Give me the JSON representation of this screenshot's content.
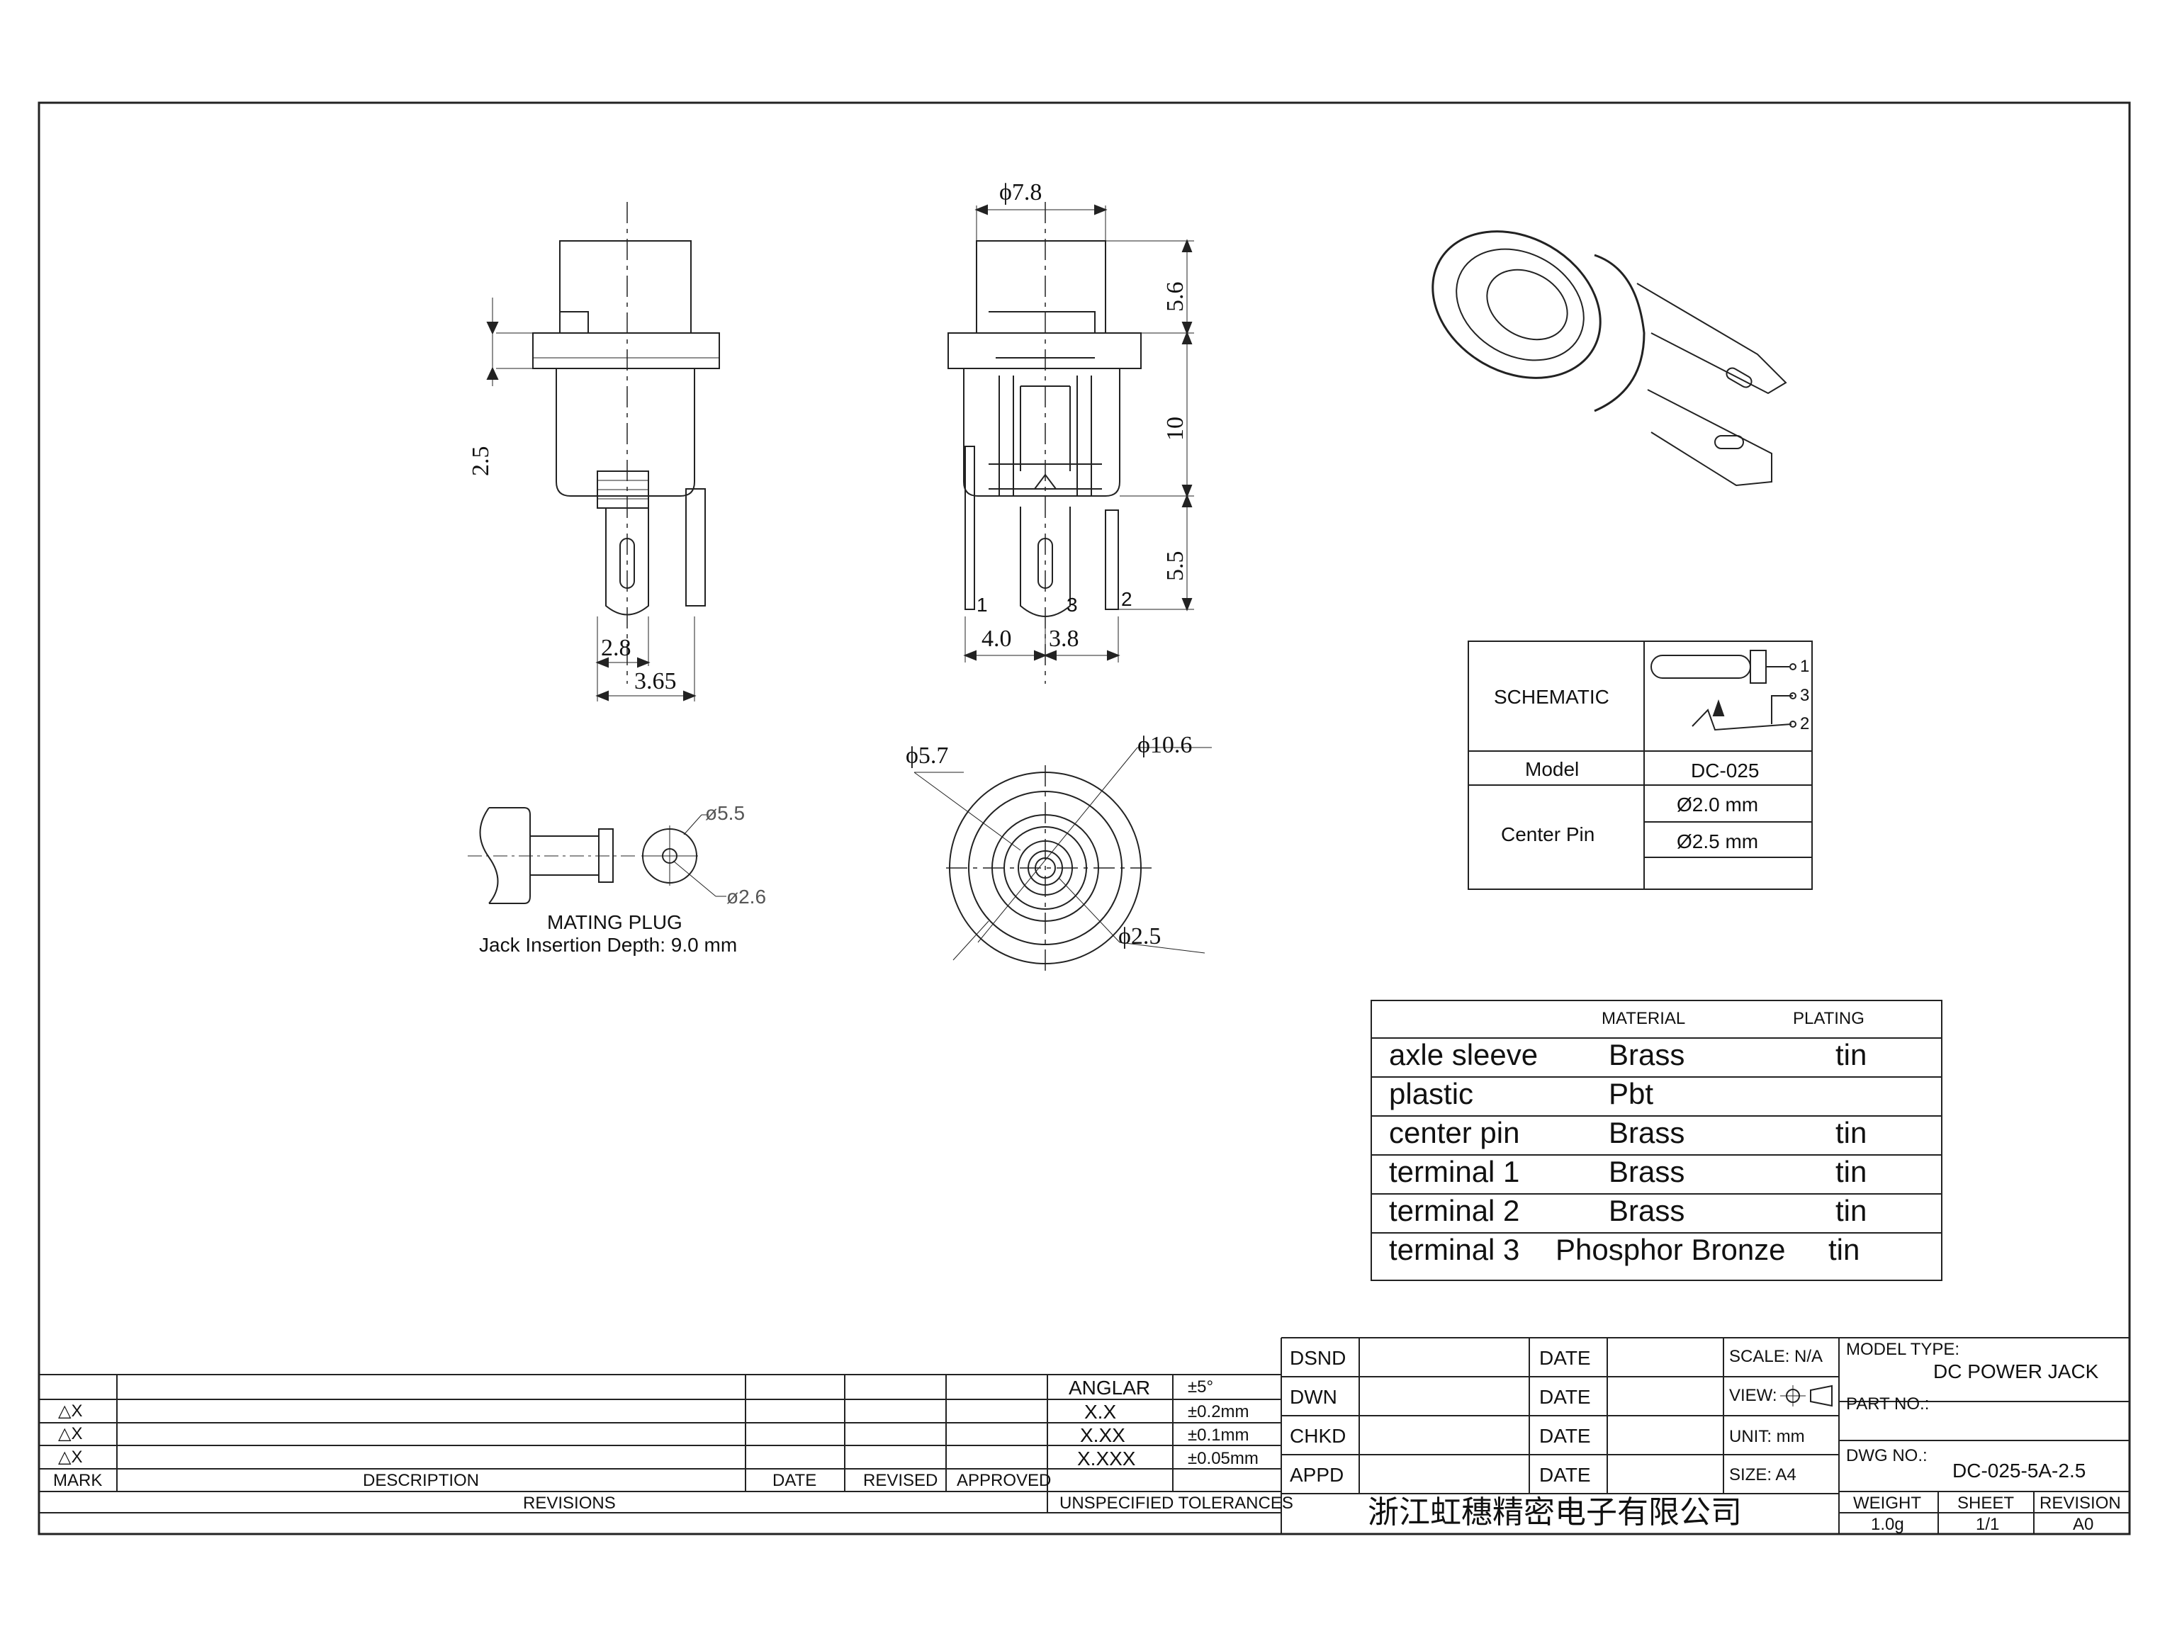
{
  "views": {
    "side": {
      "dim_2_5": "2.5",
      "dim_2_8": "2.8",
      "dim_3_65": "3.65"
    },
    "front": {
      "dim_dia_7_8": "ϕ7.8",
      "dim_5_6": "5.6",
      "dim_10": "10",
      "dim_5_5": "5.5",
      "dim_4_0": "4.0",
      "dim_3_8": "3.8",
      "pin_1": "1",
      "pin_3": "3",
      "pin_2": "2"
    },
    "bottom": {
      "dim_dia_5_7": "ϕ5.7",
      "dim_dia_10_6": "ϕ10.6",
      "dim_dia_2_5": "ϕ2.5"
    },
    "mating_plug": {
      "title": "MATING PLUG",
      "depth": "Jack Insertion Depth: 9.0 mm",
      "dia_outer": "ø5.5",
      "dia_inner": "ø2.6"
    }
  },
  "spec_table": {
    "schematic_label": "SCHEMATIC",
    "schematic_pins": [
      "1",
      "3",
      "2"
    ],
    "model_label": "Model",
    "model_value": "DC-025",
    "center_pin_label": "Center Pin",
    "center_pin_values": [
      "Ø2.0 mm",
      "Ø2.5 mm"
    ]
  },
  "material_table": {
    "headers": [
      "MATERIAL",
      "PLATING"
    ],
    "rows": [
      {
        "part": "axle sleeve",
        "material": "Brass",
        "plating": "tin"
      },
      {
        "part": "plastic",
        "material": "Pbt",
        "plating": ""
      },
      {
        "part": "center pin",
        "material": "Brass",
        "plating": "tin"
      },
      {
        "part": "terminal 1",
        "material": "Brass",
        "plating": "tin"
      },
      {
        "part": "terminal 2",
        "material": "Brass",
        "plating": "tin"
      },
      {
        "part": "terminal 3",
        "material": "Phosphor Bronze",
        "plating": "tin"
      }
    ]
  },
  "revisions": {
    "marks": [
      "△X",
      "△X",
      "△X"
    ],
    "headers": {
      "mark": "MARK",
      "description": "DESCRIPTION",
      "date": "DATE",
      "revised": "REVISED",
      "approved": "APPROVED"
    },
    "footer": "REVISIONS"
  },
  "tolerances": {
    "rows": [
      {
        "label": "ANGLAR",
        "value": "±5°"
      },
      {
        "label": "X.X",
        "value": "±0.2mm"
      },
      {
        "label": "X.XX",
        "value": "±0.1mm"
      },
      {
        "label": "X.XXX",
        "value": "±0.05mm"
      }
    ],
    "footer": "UNSPECIFIED TOLERANCES"
  },
  "title_block": {
    "signoffs": [
      {
        "role": "DSND",
        "date_label": "DATE"
      },
      {
        "role": "DWN",
        "date_label": "DATE"
      },
      {
        "role": "CHKD",
        "date_label": "DATE"
      },
      {
        "role": "APPD",
        "date_label": "DATE"
      }
    ],
    "scale": "SCALE: N/A",
    "view": "VIEW:",
    "unit": "UNIT: mm",
    "size": "SIZE: A4",
    "model_type_label": "MODEL TYPE:",
    "model_type": "DC POWER JACK",
    "part_no_label": "PART NO.:",
    "dwg_no_label": "DWG NO.:",
    "dwg_no": "DC-025-5A-2.5",
    "company": "浙江虹穗精密电子有限公司",
    "weight_label": "WEIGHT",
    "weight": "1.0g",
    "sheet_label": "SHEET",
    "sheet": "1/1",
    "revision_label": "REVISION",
    "revision": "A0"
  }
}
